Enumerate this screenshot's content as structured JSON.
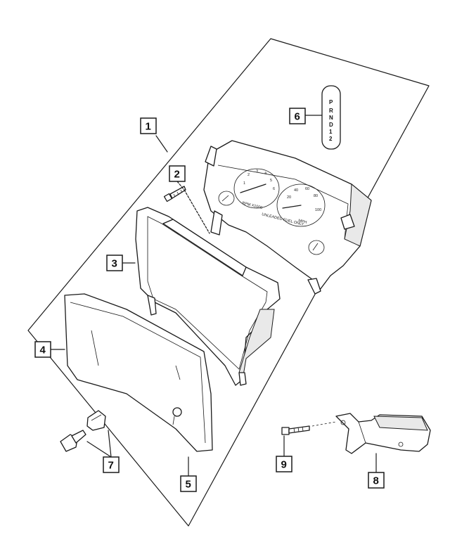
{
  "diagram": {
    "callouts": [
      {
        "id": "callout-1",
        "label": "1"
      },
      {
        "id": "callout-2",
        "label": "2"
      },
      {
        "id": "callout-3",
        "label": "3"
      },
      {
        "id": "callout-4",
        "label": "4"
      },
      {
        "id": "callout-5",
        "label": "5"
      },
      {
        "id": "callout-6",
        "label": "6"
      },
      {
        "id": "callout-7",
        "label": "7"
      },
      {
        "id": "callout-8",
        "label": "8"
      },
      {
        "id": "callout-9",
        "label": "9"
      }
    ],
    "gauge_text": {
      "tach_label": "RPM X1000",
      "fuel_label": "UNLEADED FUEL ONLY",
      "speedo_label": "MPH",
      "speedo_numbers": [
        "20",
        "40",
        "60",
        "80",
        "100"
      ],
      "tach_numbers": [
        "1",
        "2",
        "3",
        "4",
        "5",
        "6"
      ]
    },
    "prnd_indicator": {
      "letters": [
        "P",
        "R",
        "N",
        "D",
        "1",
        "2"
      ]
    }
  }
}
